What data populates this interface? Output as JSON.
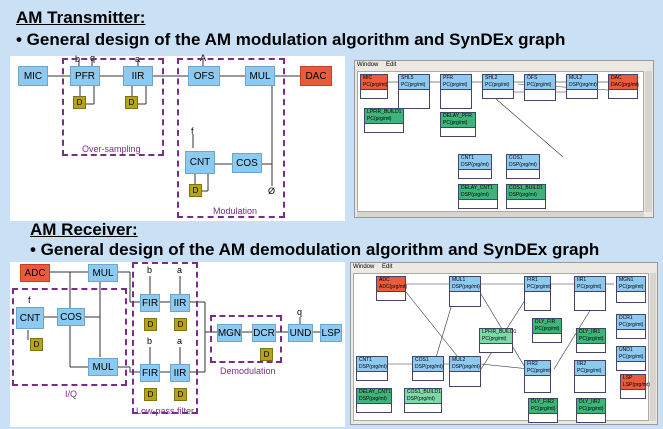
{
  "slide": {
    "tx_title": "AM Transmitter:",
    "tx_subtitle": "• General design of the AM modulation algorithm and SynDEx graph",
    "rx_title": "AM Receiver:",
    "rx_subtitle": "• General design of the AM demodulation algorithm and SynDEx graph"
  },
  "tx_diagram": {
    "blocks": {
      "mic": "MIC",
      "pfr": "PFR",
      "iir": "IIR",
      "ofs": "OFS",
      "mul": "MUL",
      "dac": "DAC",
      "cnt": "CNT",
      "cos": "COS"
    },
    "params": {
      "b": "b",
      "q": "q",
      "a": "a",
      "A": "A",
      "f": "f"
    },
    "d": "D",
    "phi": "Ø",
    "oversampling_label": "Over-sampling",
    "modulation_label": "Modulation"
  },
  "rx_diagram": {
    "blocks": {
      "adc": "ADC",
      "mul1": "MUL",
      "mul2": "MUL",
      "cnt": "CNT",
      "cos": "COS",
      "fir1": "FIR",
      "iir1": "IIR",
      "fir2": "FIR",
      "iir2": "IIR",
      "mgn": "MGN",
      "dcr": "DCR",
      "und": "UND",
      "lsp": "LSP"
    },
    "params": {
      "f": "f",
      "b": "b",
      "a": "a",
      "q": "q"
    },
    "d": "D",
    "iq_label": "I/Q",
    "lowpass_label": "Low-pass filter",
    "demod_label": "Demodulation"
  },
  "tx_window": {
    "menu": [
      "Window",
      "Edit"
    ],
    "nodes": [
      {
        "name": "MIC",
        "sub": "PC(prg/mt)",
        "c": "red"
      },
      {
        "name": "SHL5",
        "sub": "PC(prg/mt)",
        "c": "blue"
      },
      {
        "name": "PFR",
        "sub": "PC(prg/mt)",
        "c": "blue"
      },
      {
        "name": "SHL2",
        "sub": "PC(prg/mt)",
        "c": "blue"
      },
      {
        "name": "OFS",
        "sub": "PC(prg/mt)",
        "c": "blue"
      },
      {
        "name": "MUL2",
        "sub": "DSP(prg/mt)",
        "c": "blue"
      },
      {
        "name": "DAC",
        "sub": "DAC(prg/mt)",
        "c": "red"
      },
      {
        "name": "LPFIR_BUILD1",
        "sub": "PC(prg/mt)",
        "c": "green"
      },
      {
        "name": "DELAY_PFR",
        "sub": "PC(prg/mt)",
        "c": "green"
      },
      {
        "name": "CNT1",
        "sub": "DSP(prg/mt)",
        "c": "blue"
      },
      {
        "name": "COS1",
        "sub": "DSP(prg/mt)",
        "c": "blue"
      },
      {
        "name": "DELAY_CNT1",
        "sub": "DSP(prg/mt)",
        "c": "green"
      },
      {
        "name": "COS1_BUILD1",
        "sub": "DSP(prg/mt)",
        "c": "green"
      }
    ]
  },
  "rx_window": {
    "menu": [
      "Window",
      "Edit"
    ],
    "nodes": [
      {
        "name": "ADC",
        "sub": "ADC(prg/mt)",
        "c": "red"
      },
      {
        "name": "MUL1",
        "sub": "DSP(prg/mt)",
        "c": "blue"
      },
      {
        "name": "FIR1",
        "sub": "PC(prg/mt)",
        "c": "blue"
      },
      {
        "name": "IIR1",
        "sub": "PC(prg/mt)",
        "c": "blue"
      },
      {
        "name": "MGN1",
        "sub": "PC(prg/mt)",
        "c": "blue"
      },
      {
        "name": "LPFIR_BUILD1",
        "sub": "PC(prg/mt)",
        "c": "lgreen"
      },
      {
        "name": "DLY_FIR",
        "sub": "PC(prg/mt)",
        "c": "green"
      },
      {
        "name": "DLY_IIR1",
        "sub": "PC(prg/mt)",
        "c": "green"
      },
      {
        "name": "DCR1",
        "sub": "PC(prg/mt)",
        "c": "blue"
      },
      {
        "name": "UND1",
        "sub": "PC(prg/mt)",
        "c": "blue"
      },
      {
        "name": "LSP",
        "sub": "LSP(prg/mt)",
        "c": "red"
      },
      {
        "name": "CNT1",
        "sub": "DSP(prg/mt)",
        "c": "blue"
      },
      {
        "name": "COS1",
        "sub": "DSP(prg/mt)",
        "c": "blue"
      },
      {
        "name": "MUL2",
        "sub": "DSP(prg/mt)",
        "c": "blue"
      },
      {
        "name": "FIR2",
        "sub": "PC(prg/mt)",
        "c": "blue"
      },
      {
        "name": "IIR2",
        "sub": "PC(prg/mt)",
        "c": "blue"
      },
      {
        "name": "DELAY_CNT1",
        "sub": "DSP(prg/mt)",
        "c": "green"
      },
      {
        "name": "COS1_BUILD1",
        "sub": "DSP(prg/mt)",
        "c": "lgreen"
      },
      {
        "name": "DLY_FIR2",
        "sub": "PC(prg/mt)",
        "c": "green"
      },
      {
        "name": "DLY_IIR2",
        "sub": "PC(prg/mt)",
        "c": "green"
      }
    ]
  }
}
